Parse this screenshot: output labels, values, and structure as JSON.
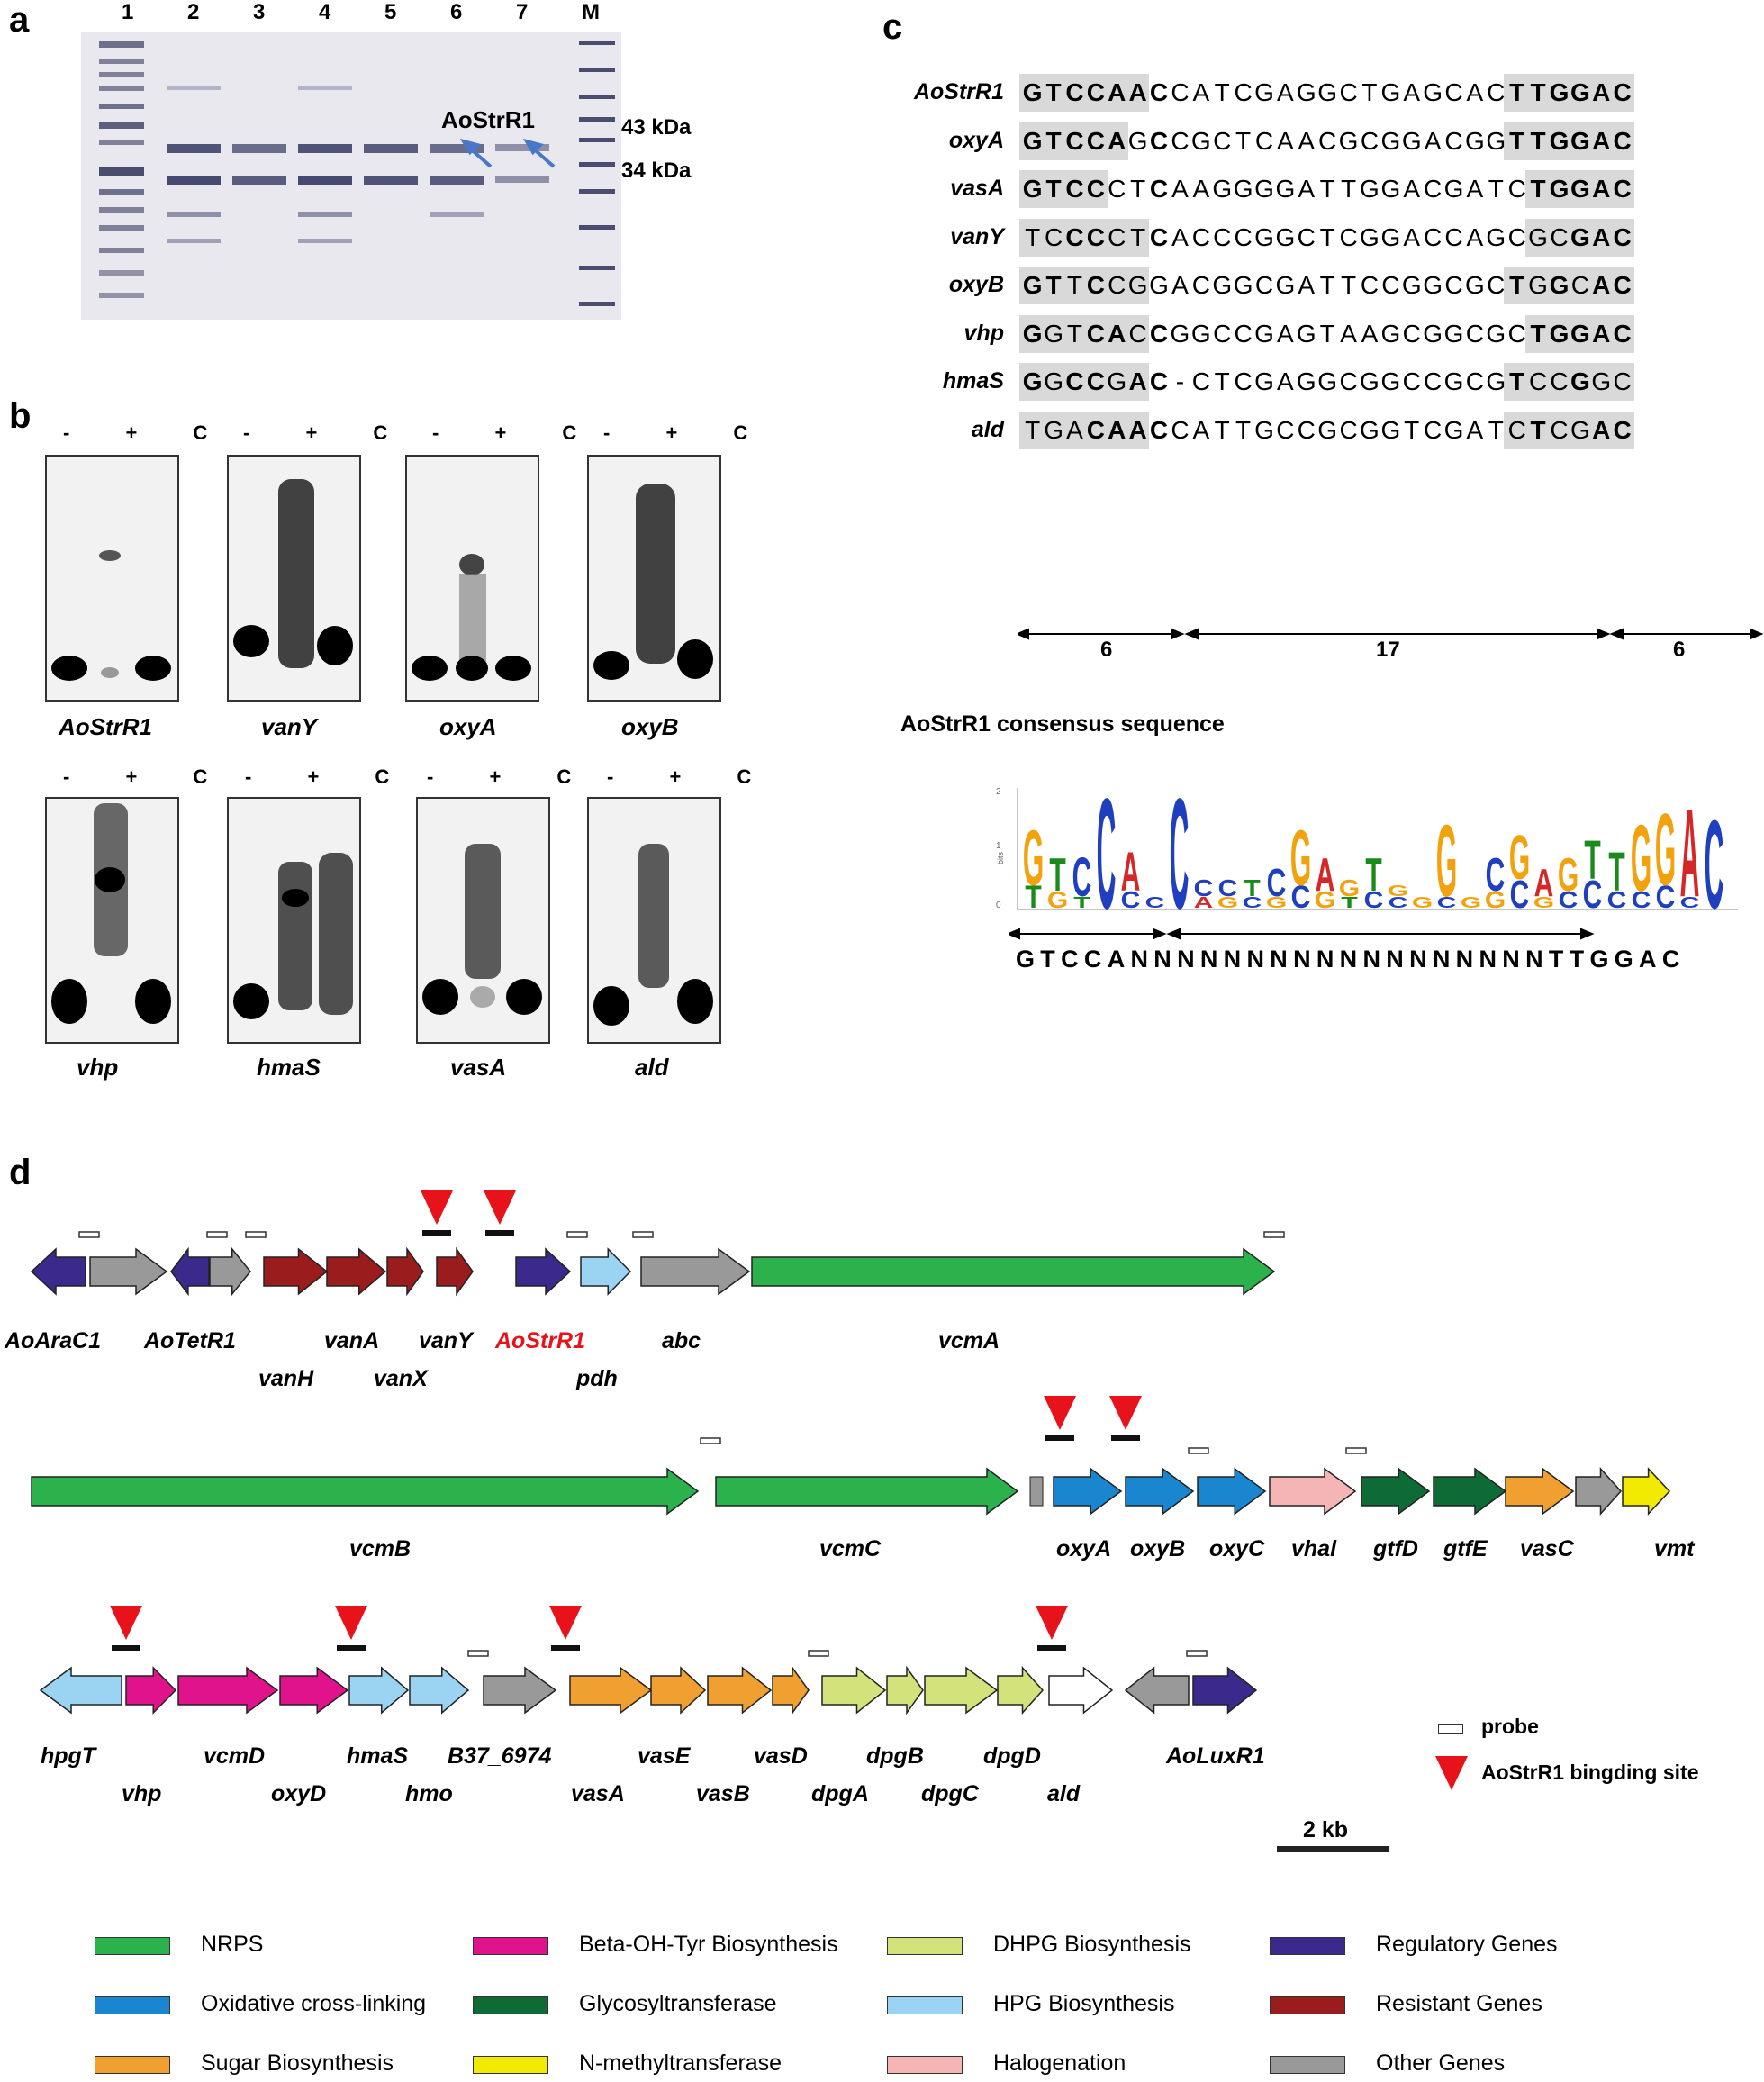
{
  "panels": {
    "a": "a",
    "b": "b",
    "c": "c",
    "d": "d"
  },
  "panel_a": {
    "lanes": [
      "1",
      "2",
      "3",
      "4",
      "5",
      "6",
      "7",
      "M"
    ],
    "band_label": "AoStrR1",
    "markers": [
      "43 kDa",
      "34 kDa"
    ]
  },
  "panel_b": {
    "header": "- + C",
    "row1": [
      "AoStrR1",
      "vanY",
      "oxyA",
      "oxyB"
    ],
    "row2": [
      "vhp",
      "hmaS",
      "vasA",
      "ald"
    ]
  },
  "panel_c": {
    "sequences": [
      {
        "name": "AoStrR1",
        "seq": "GTCCAACCATCGAGGCTGAGCACTTGGAC"
      },
      {
        "name": "oxyA",
        "seq": "GTCCAGCCGCTCAACGCGGACGGTTGGAC"
      },
      {
        "name": "vasA",
        "seq": "GTCCCTCAAGGGGATTGGACGATCTGGAC"
      },
      {
        "name": "vanY",
        "seq": "TCCCCTCACCCGGCTCGGACCAGCGCGAC"
      },
      {
        "name": "oxyB",
        "seq": "GTTCCGGACGGCGATTCCGGCGCTGGCAC"
      },
      {
        "name": "vhp",
        "seq": "GGTCACCGGCCGAGTAAGCGGCGCTGGAC"
      },
      {
        "name": "hmaS",
        "seq": "GGCCGAC-CTCGAGGCGGCCGCGTCCGGC"
      },
      {
        "name": "ald",
        "seq": "TGACAACCATTGCCGCGGTCGATCTCGAC"
      }
    ],
    "spans": [
      "6",
      "17",
      "6"
    ],
    "consensus_title": "AoStrR1 consensus sequence",
    "consensus": "GTCCANNNNNNNNNNNNNNNNNNTTGGAC",
    "logo_ylabel": "bits",
    "logo_yticks": [
      "2",
      "1",
      "0"
    ]
  },
  "panel_d": {
    "row1_labels": [
      "AoAraC1",
      "AoTetR1",
      "vanH",
      "vanA",
      "vanX",
      "vanY",
      "AoStrR1",
      "pdh",
      "abc",
      "vcmA"
    ],
    "row2_labels": [
      "vcmB",
      "vcmC",
      "oxyA",
      "oxyB",
      "oxyC",
      "vhal",
      "gtfD",
      "gtfE",
      "vasC",
      "vmt"
    ],
    "row3_labels": [
      "hpgT",
      "vhp",
      "vcmD",
      "oxyD",
      "hmaS",
      "hmo",
      "B37_6974",
      "vasA",
      "vasE",
      "vasB",
      "vasD",
      "dpgA",
      "dpgB",
      "dpgC",
      "dpgD",
      "ald",
      "AoLuxR1"
    ],
    "key_probe": "probe",
    "key_site": "AoStrR1 bingding site",
    "scale": "2 kb"
  },
  "legend": [
    {
      "label": "NRPS",
      "color": "#2bb24c"
    },
    {
      "label": "Beta-OH-Tyr Biosynthesis",
      "color": "#e0138c"
    },
    {
      "label": "DHPG Biosynthesis",
      "color": "#d3e27a"
    },
    {
      "label": "Regulatory Genes",
      "color": "#3b2a8c"
    },
    {
      "label": "Oxidative cross-linking",
      "color": "#1a86d0"
    },
    {
      "label": "Glycosyltransferase",
      "color": "#0f6b35"
    },
    {
      "label": "HPG Biosynthesis",
      "color": "#9bd4f2"
    },
    {
      "label": "Resistant Genes",
      "color": "#9b1c1c"
    },
    {
      "label": "Sugar Biosynthesis",
      "color": "#f0a030"
    },
    {
      "label": "N-methyltransferase",
      "color": "#f2ea00"
    },
    {
      "label": "Halogenation",
      "color": "#f5b5b5"
    },
    {
      "label": "Other Genes",
      "color": "#999999"
    }
  ]
}
